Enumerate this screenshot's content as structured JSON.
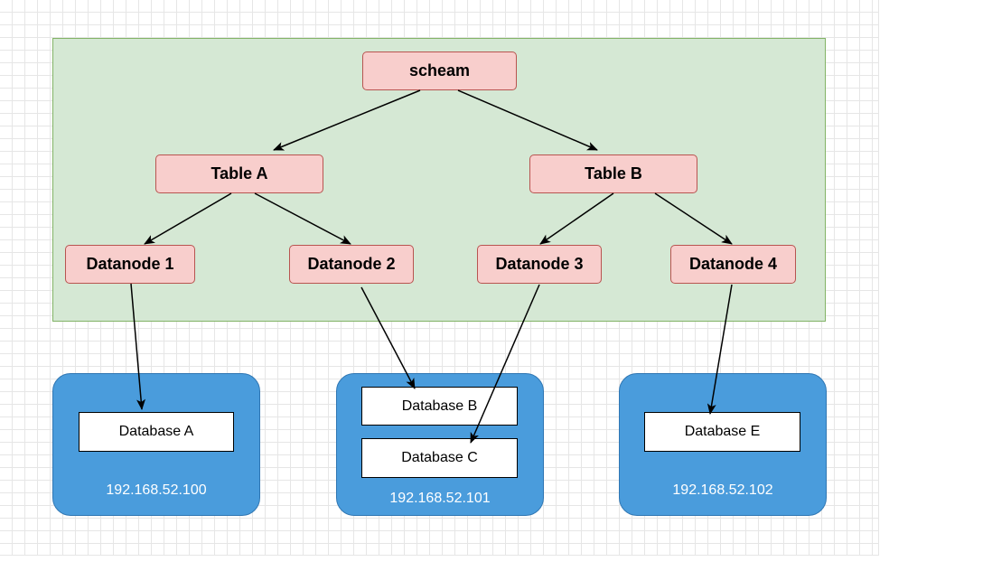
{
  "diagram": {
    "root": {
      "label": "scheam"
    },
    "tables": [
      {
        "label": "Table A"
      },
      {
        "label": "Table B"
      }
    ],
    "datanodes": [
      {
        "label": "Datanode 1"
      },
      {
        "label": "Datanode 2"
      },
      {
        "label": "Datanode 3"
      },
      {
        "label": "Datanode 4"
      }
    ],
    "servers": [
      {
        "ip": "192.168.52.100",
        "databases": [
          "Database A"
        ]
      },
      {
        "ip": "192.168.52.101",
        "databases": [
          "Database B",
          "Database C"
        ]
      },
      {
        "ip": "192.168.52.102",
        "databases": [
          "Database E"
        ]
      }
    ],
    "edges": [
      {
        "from": "scheam",
        "to": "Table A"
      },
      {
        "from": "scheam",
        "to": "Table B"
      },
      {
        "from": "Table A",
        "to": "Datanode 1"
      },
      {
        "from": "Table A",
        "to": "Datanode 2"
      },
      {
        "from": "Table B",
        "to": "Datanode 3"
      },
      {
        "from": "Table B",
        "to": "Datanode 4"
      },
      {
        "from": "Datanode 1",
        "to": "Database A"
      },
      {
        "from": "Datanode 2",
        "to": "Database B"
      },
      {
        "from": "Datanode 3",
        "to": "Database C"
      },
      {
        "from": "Datanode 4",
        "to": "Database E"
      }
    ],
    "colors": {
      "group_fill": "#d5e8d4",
      "group_stroke": "#82b366",
      "node_fill": "#f8cecc",
      "node_stroke": "#b85450",
      "server_fill": "#4a9cdc",
      "database_fill": "#ffffff"
    }
  }
}
